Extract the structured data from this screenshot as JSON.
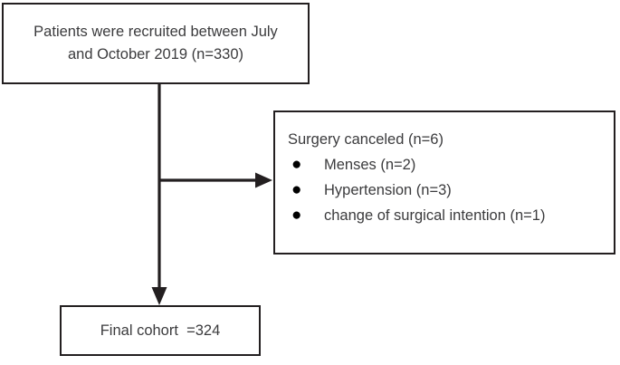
{
  "figure": {
    "type": "flow-diagram",
    "background_color": "#ffffff",
    "line_color": "#231f20",
    "text_color": "#3b3b3d"
  },
  "recruitment_box": {
    "line1": "Patients were recruited between July",
    "line2": "and October 2019 (n=330)"
  },
  "exclusions_box": {
    "heading": "Surgery canceled (n=6)",
    "bullet_marker": "●",
    "items": [
      {
        "label": "Menses (n=2)"
      },
      {
        "label": "Hypertension (n=3)"
      },
      {
        "label": "change of surgical intention (n=1)"
      }
    ]
  },
  "final_box": {
    "line1": "Final cohort  =324"
  },
  "connectors": {
    "main_arrow_label": "main-vertical-flow-arrow",
    "branch_arrow_label": "exclusion-branch-arrow"
  }
}
